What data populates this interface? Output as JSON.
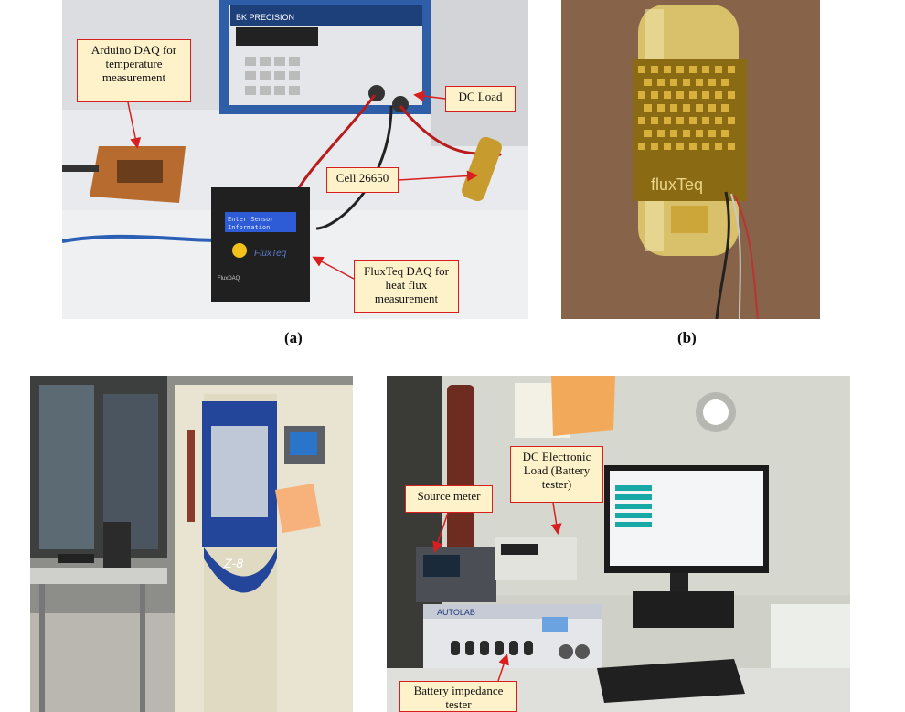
{
  "panels": {
    "a": {
      "caption": "(a)",
      "labels": {
        "arduino": "Arduino DAQ for temperature measurement",
        "dc_load": "DC Load",
        "cell": "Cell 26650",
        "fluxteq_daq": "FluxTeq DAQ for heat flux measurement",
        "lcd_line1": "Enter Sensor",
        "lcd_line2": "Information",
        "brand_precision": "BK PRECISION",
        "brand_fluxteq": "FluxTeq",
        "brand_fluxdaq": "FluxDAQ"
      }
    },
    "b": {
      "caption": "(b)",
      "labels": {
        "sensor_brand": "fluxTeq"
      }
    },
    "c": {
      "labels": {
        "chamber_brand": "Z-8"
      }
    },
    "d": {
      "labels": {
        "source_meter": "Source meter",
        "dc_electronic_load": "DC Electronic Load (Battery tester)",
        "impedance": "Battery impedance tester",
        "autolab_brand": "AUTOLAB"
      }
    }
  },
  "colors": {
    "callout_border": "#d81e1e",
    "callout_fill": "#fdf2c9",
    "arrow": "#d81e1e"
  }
}
